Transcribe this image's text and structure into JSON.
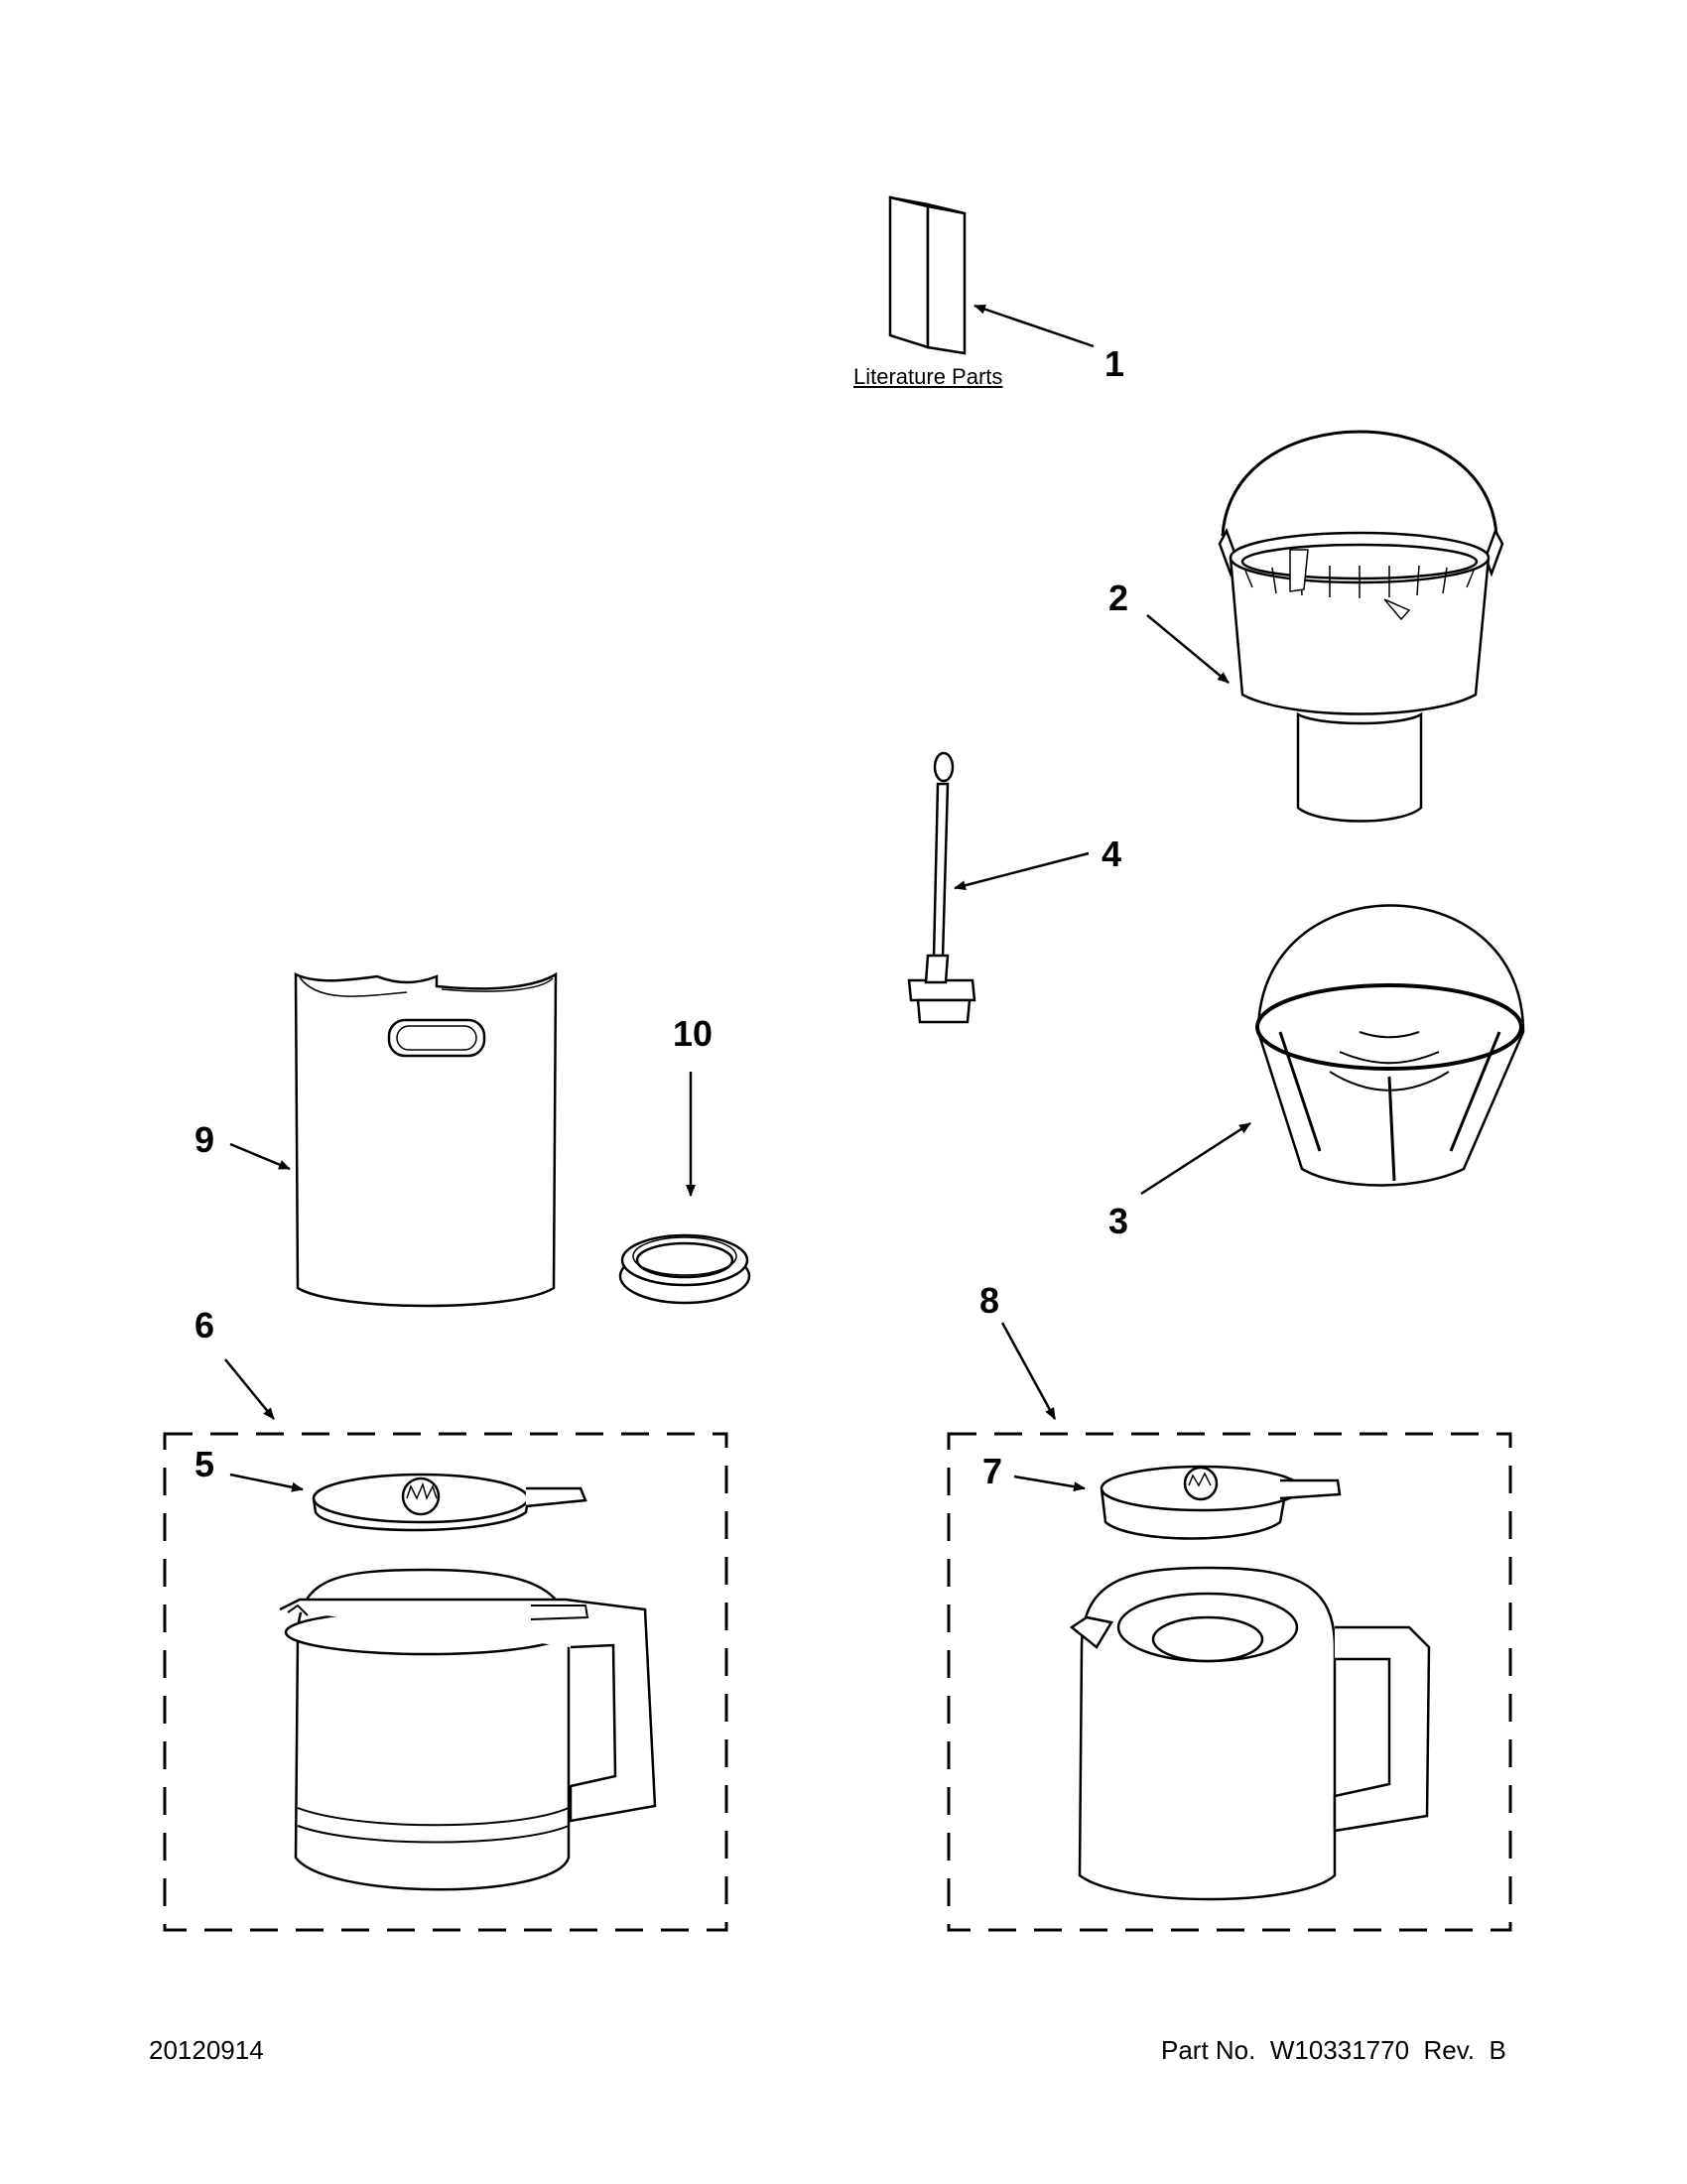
{
  "literature_label": "Literature Parts",
  "callouts": {
    "c1": "1",
    "c2": "2",
    "c3": "3",
    "c4": "4",
    "c5": "5",
    "c6": "6",
    "c7": "7",
    "c8": "8",
    "c9": "9",
    "c10": "10"
  },
  "footer": {
    "date_code": "20120914",
    "part_number": "Part No.  W10331770  Rev.  B"
  }
}
